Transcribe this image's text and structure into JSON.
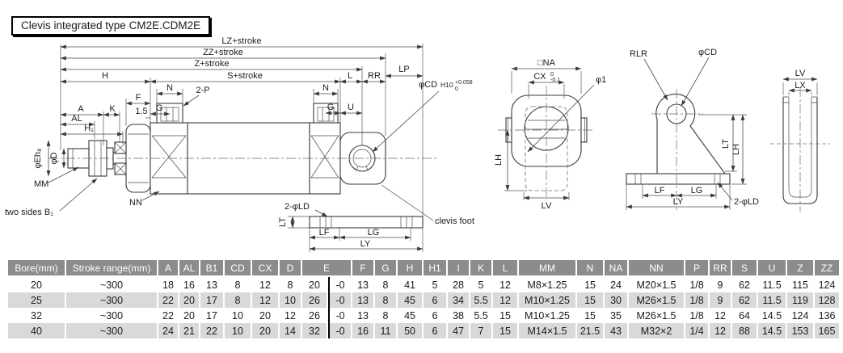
{
  "title": "Clevis integrated type CM2E.CDM2E",
  "colors": {
    "header_bg": "#8c8c8c",
    "header_text": "#ffffff",
    "row_alt_bg": "#d9d9d9",
    "line": "#3a3a3a"
  },
  "drawing": {
    "main": {
      "lz": "LZ+stroke",
      "zz": "ZZ+stroke",
      "z": "Z+stroke",
      "h": "H",
      "s": "S+stroke",
      "l": "L",
      "rr": "RR",
      "lp": "LP",
      "n_left": "N",
      "two_p": "2-P",
      "f": "F",
      "g_left": "G",
      "one_five": "1.5",
      "a": "A",
      "k": "K",
      "al": "AL",
      "h1": "H₁",
      "phi_eh": "φEh₈",
      "phi_d": "φD",
      "mm": "MM",
      "two_sides_b1": "two sides B₁",
      "nn": "NN",
      "n_right": "N",
      "g_right": "G",
      "u": "U",
      "phi_cd": "φCD",
      "phi_cd_fit": "H10",
      "phi_cd_sup": "+0.058",
      "phi_cd_sub": "0",
      "two_ld": "2-φLD",
      "clevis_foot": "clevis foot",
      "lt": "LT",
      "lf": "LF",
      "lg": "LG",
      "ly": "LY"
    },
    "end_view": {
      "na": "□NA",
      "cx": "CX",
      "cx_sup": "0",
      "cx_sub": "-0.1",
      "phi1": "φ1",
      "lh": "LH",
      "lv": "LV"
    },
    "foot_view": {
      "rlr": "RLR",
      "phi_cd": "φCD",
      "lt": "LT",
      "lh": "LH",
      "lf": "LF",
      "lg": "LG",
      "ly": "LY",
      "two_ld": "2-φLD"
    },
    "side_view": {
      "lv": "LV",
      "lx": "LX"
    }
  },
  "table": {
    "headers": [
      "Bore(mm)",
      "Stroke range(mm)",
      "A",
      "AL",
      "B1",
      "CD",
      "CX",
      "D",
      "E",
      "F",
      "G",
      "H",
      "H1",
      "I",
      "K",
      "L",
      "MM",
      "N",
      "NA",
      "NN",
      "P",
      "RR",
      "S",
      "U",
      "Z",
      "ZZ"
    ],
    "rows": [
      [
        "20",
        "~300",
        "18",
        "16",
        "13",
        "8",
        "12",
        "8",
        "20",
        "-0",
        "13",
        "8",
        "41",
        "5",
        "28",
        "5",
        "12",
        "M8×1.25",
        "15",
        "24",
        "M20×1.5",
        "1/8",
        "9",
        "62",
        "11.5",
        "115",
        "124"
      ],
      [
        "25",
        "~300",
        "22",
        "20",
        "17",
        "8",
        "12",
        "10",
        "26",
        "-0",
        "13",
        "8",
        "45",
        "6",
        "34",
        "5.5",
        "12",
        "M10×1.25",
        "15",
        "30",
        "M26×1.5",
        "1/8",
        "9",
        "62",
        "11.5",
        "119",
        "128"
      ],
      [
        "32",
        "~300",
        "22",
        "20",
        "17",
        "10",
        "20",
        "12",
        "26",
        "-0",
        "13",
        "8",
        "45",
        "6",
        "38",
        "5.5",
        "15",
        "M10×1.25",
        "15",
        "35",
        "M26×1.5",
        "1/8",
        "12",
        "64",
        "14.5",
        "124",
        "136"
      ],
      [
        "40",
        "~300",
        "24",
        "21",
        "22",
        "10",
        "20",
        "14",
        "32",
        "-0",
        "16",
        "11",
        "50",
        "6",
        "47",
        "7",
        "15",
        "M14×1.5",
        "21.5",
        "43",
        "M32×2",
        "1/4",
        "12",
        "88",
        "14.5",
        "153",
        "165"
      ]
    ]
  }
}
